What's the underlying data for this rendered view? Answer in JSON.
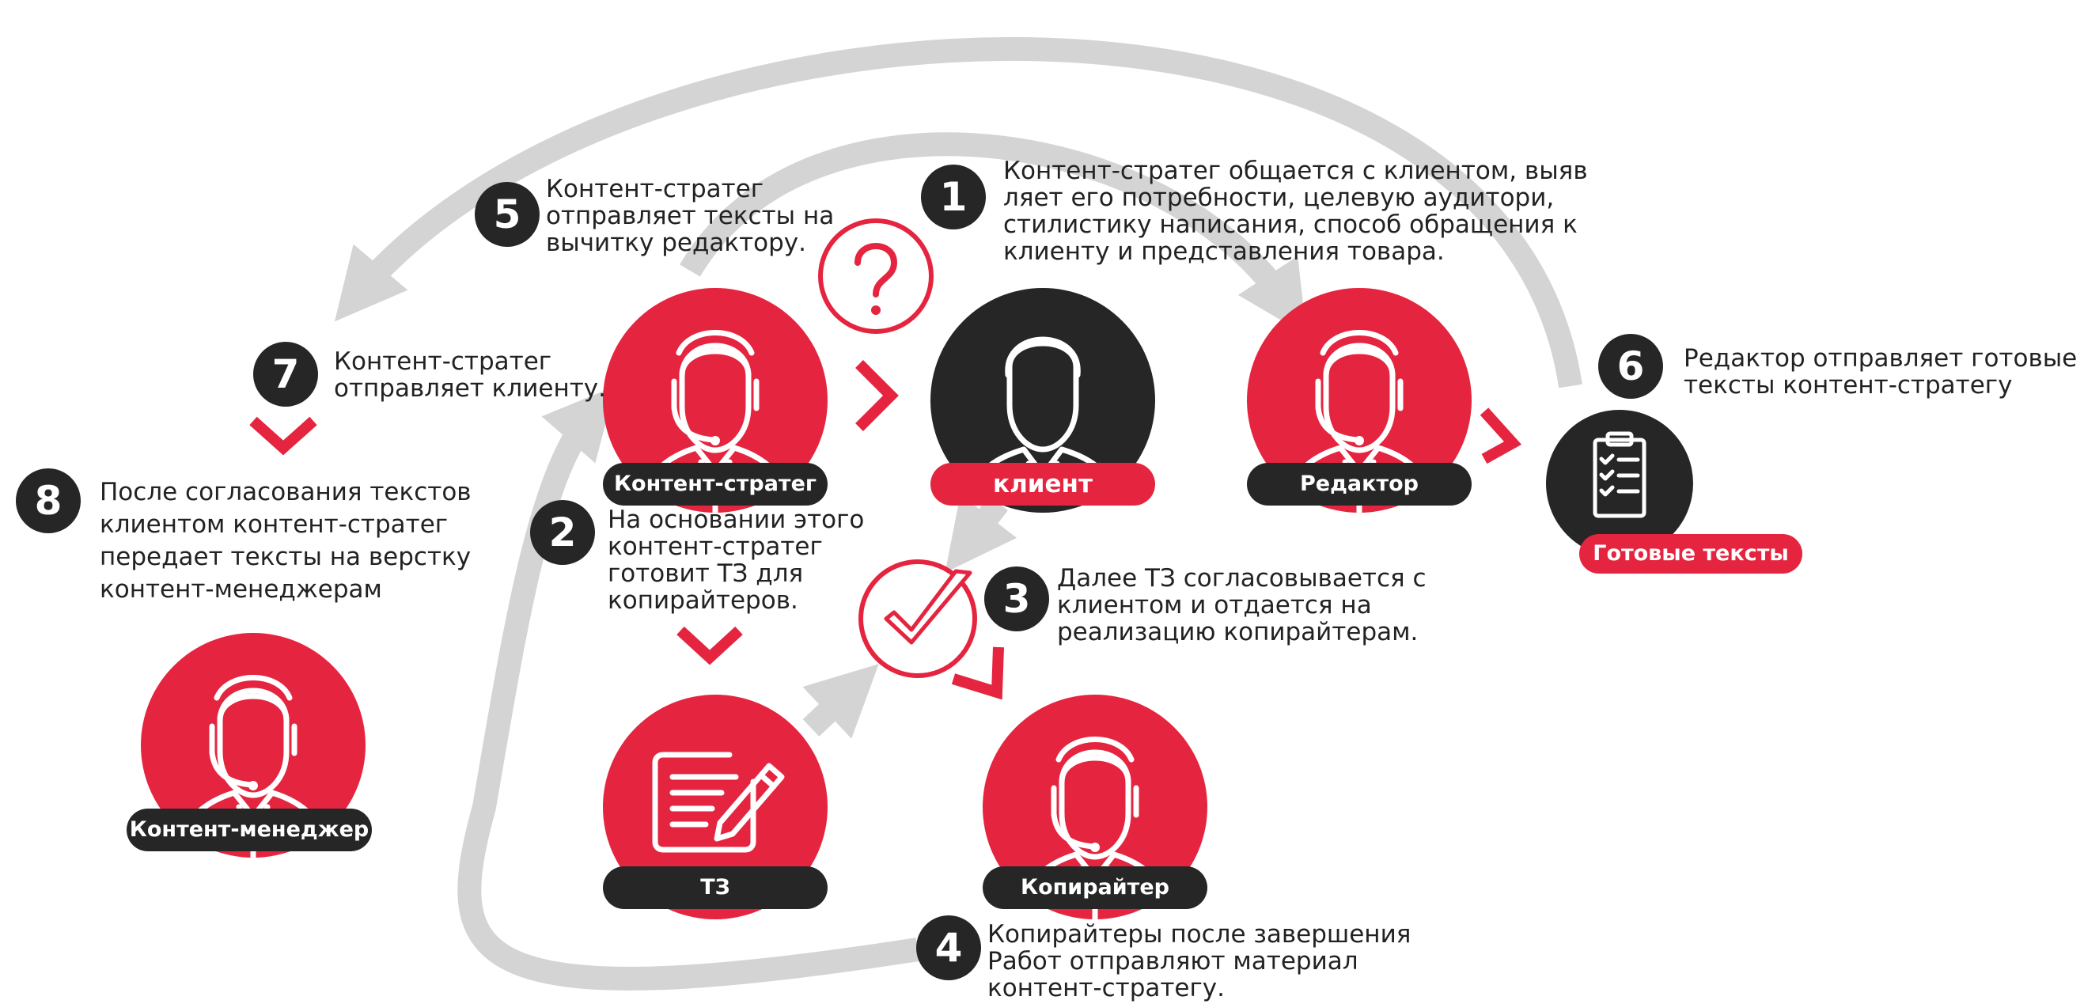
{
  "colors": {
    "accent": "#e5253f",
    "dark": "#262626",
    "arrow": "#d4d4d4",
    "text": "#222222"
  },
  "roles": {
    "content_strategist": "Контент-стратег",
    "client": "клиент",
    "editor": "Редактор",
    "ready_texts": "Готовые тексты",
    "tz": "ТЗ",
    "copywriter": "Копирайтер",
    "content_manager": "Контент-менеджер"
  },
  "steps": [
    {
      "number": "1",
      "lines": [
        "Контент-стратег общается с клиентом, выяв",
        "ляет его потребности, целевую аудитори,",
        "стилистику написания, способ обращения к",
        "клиенту и представления товара."
      ]
    },
    {
      "number": "2",
      "lines": [
        "На основании этого",
        "контент-стратег",
        "готовит ТЗ для",
        "копирайтеров."
      ]
    },
    {
      "number": "3",
      "lines": [
        "Далее ТЗ согласовывается с",
        "клиентом и отдается на",
        "реализацию копирайтерам."
      ]
    },
    {
      "number": "4",
      "lines": [
        "Копирайтеры после завершения",
        "Работ отправляют  материал",
        "контент-стратегу."
      ]
    },
    {
      "number": "5",
      "lines": [
        "Контент-стратег",
        "отправляет тексты на",
        "вычитку редактору."
      ]
    },
    {
      "number": "6",
      "lines": [
        "Редактор отправляет готовые",
        "тексты контент-стратегу"
      ]
    },
    {
      "number": "7",
      "lines": [
        "Контент-стратег",
        "отправляет клиенту."
      ]
    },
    {
      "number": "8",
      "lines": [
        "После согласования текстов",
        "клиентом контент-стратег",
        "передает тексты на верстку",
        "контент-менеджерам"
      ]
    }
  ],
  "icons": {
    "operator": "headset-operator-icon",
    "client": "client-person-icon",
    "question": "question-mark-icon",
    "check": "checkmark-circle-icon",
    "document": "document-pen-icon",
    "checklist": "clipboard-checklist-icon",
    "chevron": "chevron-icon"
  }
}
